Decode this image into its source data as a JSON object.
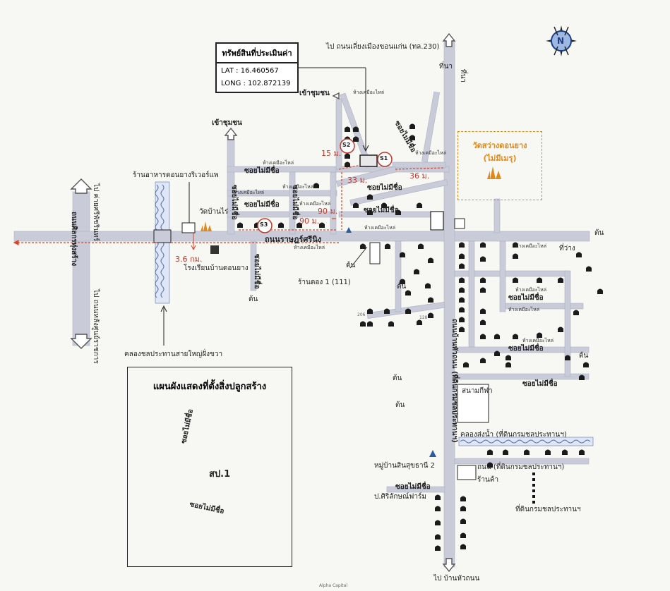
{
  "info_box": {
    "title": "ทรัพย์สินที่ประเมินค่า",
    "lat": "LAT : 16.460567",
    "long": "LONG : 102.872139"
  },
  "labels": {
    "to_highway": "ไป ถนนเลี่ยงเมืองขอนแก่น (ทล.230)",
    "community_in_1": "เข้าชุมชน",
    "community_in_2": "เข้าชุมชน",
    "restaurant": "ร้านอาหารดอนยางริเวอร์แพ",
    "wat_ban_rai": "วัดบ้านไร่",
    "school": "โรงเรียนบ้านดอนยาง",
    "distance_36km": "3.6 กม.",
    "main_road": "ถนนราษฎร์ศรีนิง",
    "shop": "ร้านตอง 1 (111)",
    "canal": "คลองชลประทานสายใหญ่ฝั่งขวา",
    "to_camp": "ไป ค่ายศรีพัชรินทร์",
    "to_center": "ไป ถนนหลังศูนย์ราชการ",
    "road_left": "ถนนศิลกรทุ่งสร้าง",
    "temple_name": "วัดสว่างดอนยาง",
    "temple_note": "(ไม่มีเมรุ)",
    "field_1": "ที่นา",
    "field_2": "ที่นา",
    "field_3": "ที่ว่าง",
    "dist_15m": "15 ม.",
    "dist_33m": "33 ม.",
    "dist_36m": "36 ม.",
    "dist_90m_a": "90 ม.",
    "dist_90m_b": "90 ม.",
    "s1": "S1",
    "s2": "S2",
    "s3": "S3",
    "stadium": "สนามกีฬา",
    "irrigation_canal": "คลองส่งน้ำ (ที่ดินกรมชลประทานฯ)",
    "ag_land_1": "ถนน (ที่ดินกรมชลประทานฯ)",
    "village": "หมู่บ้านสินสุขธานี 2",
    "farm": "ป.ศิริลักษณ์ฟาร์ม",
    "alley_unnamed": "ซอยไม่มีชื่อ",
    "shop_small": "ร้านค้า",
    "ag_land_2": "ที่ดินกรมชลประทานฯ",
    "to_ban_hua_thanon": "ไป บ้านหัวถนน",
    "main_road_vertical": "ถนนบ้านหัวถนน (ที่ดินกรมชลประทานฯ)",
    "tree_1": "ต้น",
    "tree_2": "ต้น",
    "tree_3": "ต้น",
    "tree_4": "ต้น",
    "tree_5": "ต้น",
    "tree_6": "ต้น",
    "tree_7": "ต้น",
    "alley_1": "ซอยไม่มีชื่อ",
    "alley_2": "ซอยไม่มีชื่อ",
    "alley_3": "ซอยไม่มีชื่อ",
    "alley_4": "ซอยไม่มีชื่อ",
    "alley_5": "ซอยไม่มีชื่อ",
    "alley_6": "ซอยไม่มีชื่อ",
    "alley_7": "ซอยไม่มีชื่อ",
    "alley_8": "ซอยไม่มีชื่อ",
    "alley_9": "ซอยไม่มีชื่อ",
    "alley_10": "ซอยไม่มีชื่อ",
    "alley_11": "ซอยไม่มีชื่อ",
    "house_206": "206",
    "house_128": "128",
    "footer": "Alpha Capital"
  },
  "shops": [
    "ห้างเคมีอะไหล่",
    "ห้างเคมีอะไหล่",
    "ห้างเคมีอะไหล่",
    "ห้างเคมีอะไหล่",
    "ห้างเคมีอะไหล่",
    "ห้างเคมีอะไหล่",
    "ห้างเคมีอะไหล่",
    "ห้างเคมีอะไหล่",
    "ห้างเคมีอะไหล่",
    "ห้างเคมีอะไหล่",
    "ห้างเคมีอะไหล่",
    "ห้างเคมีอะไหล่"
  ],
  "inset": {
    "title": "แผนผังแสดงที่ตั้งสิ่งปลูกสร้าง",
    "building": "สป.1",
    "alley_a": "ซอยไม่มีชื่อ",
    "alley_b": "ซอยไม่มีชื่อ"
  },
  "compass": {
    "north": "N"
  },
  "colors": {
    "road": "#c9cbd8",
    "road_edge": "#aeb1c4",
    "water": "#5b73b5",
    "distance": "#d9472b",
    "temple": "#e08a1e",
    "plot": "#2e7d32"
  }
}
